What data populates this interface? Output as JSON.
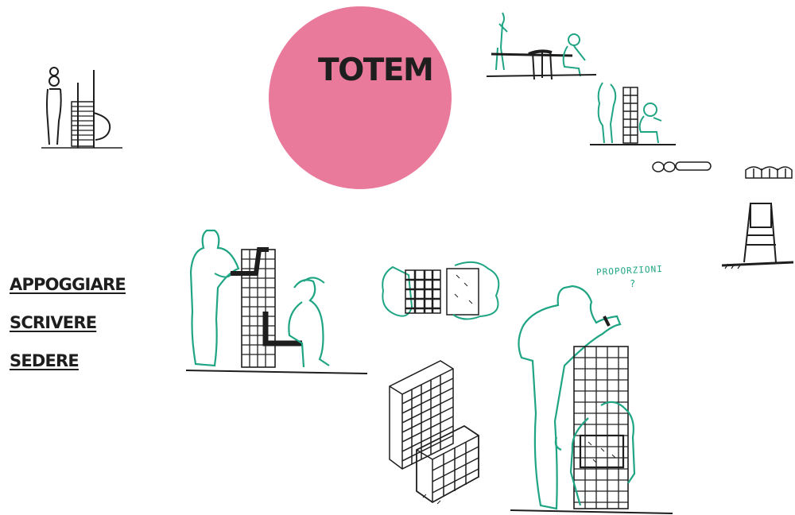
{
  "title": "TOTEM",
  "verbs": [
    "APPOGGIARE",
    "SCRIVERE",
    "SEDERE"
  ],
  "note": "PROPORZIONI",
  "note_mark": "?",
  "colors": {
    "circle": "#e97a9c",
    "ink": "#1e1e1e",
    "figure": "#1fa583",
    "background": "#ffffff"
  }
}
